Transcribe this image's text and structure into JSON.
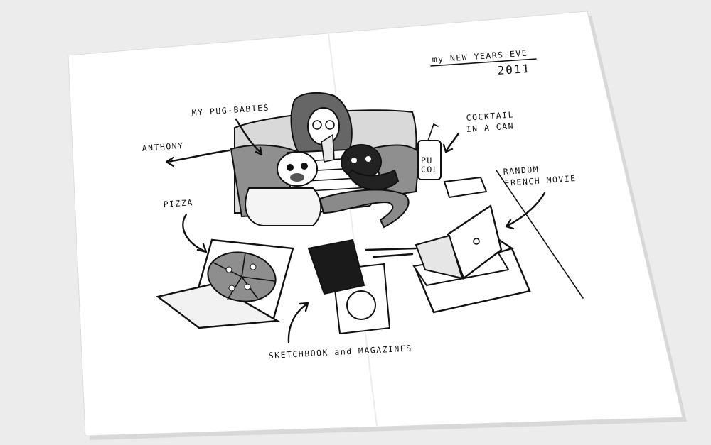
{
  "page": {
    "title_line1": "my NEW YEARS EVE",
    "title_line2": "2011"
  },
  "labels": {
    "pug_babies": "MY PUG-BABIES",
    "anthony": "ANTHONY",
    "cocktail_line1": "COCKTAIL",
    "cocktail_line2": "IN A CAN",
    "movie_line1": "RANDOM",
    "movie_line2": "FRENCH MOVIE",
    "pizza": "PIZZA",
    "sketchbook": "SKETCHBOOK and MAGAZINES"
  },
  "colors": {
    "paper": "#ffffff",
    "background": "#ececec",
    "ink": "#111111",
    "gray_fill": "#8a8a8a",
    "light_gray": "#cfcfcf"
  }
}
